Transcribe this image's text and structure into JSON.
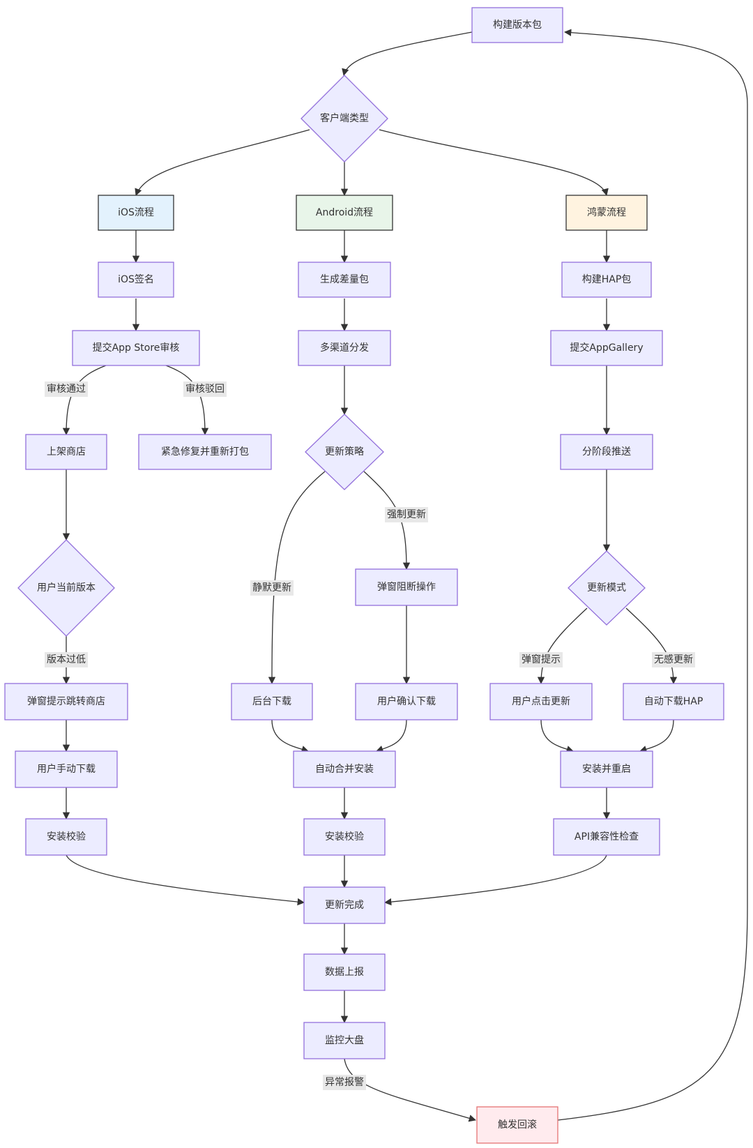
{
  "colors": {
    "node_fill": "#ECECFF",
    "node_stroke": "#9370DB",
    "ios_fill": "#E3F2FD",
    "android_fill": "#E8F5E9",
    "harmony_fill": "#FFF3E0",
    "rollback_fill": "#FFEBEE",
    "rollback_stroke": "#E57373",
    "edge": "#333333",
    "label_bg": "#E8E8E8"
  },
  "nodes": {
    "build": "构建版本包",
    "client_type": "客户端类型",
    "ios_flow": "iOS流程",
    "android_flow": "Android流程",
    "harmony_flow": "鸿蒙流程",
    "ios_sign": "iOS签名",
    "diff_pkg": "生成差量包",
    "build_hap": "构建HAP包",
    "submit_appstore": "提交App Store审核",
    "multi_channel": "多渠道分发",
    "submit_appgallery": "提交AppGallery",
    "list_store": "上架商店",
    "hotfix": "紧急修复并重新打包",
    "update_strategy": "更新策略",
    "staged_push": "分阶段推送",
    "user_version": "用户当前版本",
    "popup_block": "弹窗阻断操作",
    "update_mode": "更新模式",
    "popup_jump": "弹窗提示跳转商店",
    "bg_download": "后台下载",
    "user_confirm": "用户确认下载",
    "user_click": "用户点击更新",
    "auto_hap": "自动下载HAP",
    "manual_download": "用户手动下载",
    "auto_merge": "自动合并安装",
    "install_restart": "安装并重启",
    "ios_verify": "安装校验",
    "android_verify": "安装校验",
    "api_check": "API兼容性检查",
    "done": "更新完成",
    "report": "数据上报",
    "dashboard": "监控大盘",
    "rollback": "触发回滚"
  },
  "edge_labels": {
    "approved": "审核通过",
    "rejected": "审核驳回",
    "forced": "强制更新",
    "silent": "静默更新",
    "too_old": "版本过低",
    "popup_hint": "弹窗提示",
    "seamless": "无感更新",
    "alert": "异常报警"
  }
}
